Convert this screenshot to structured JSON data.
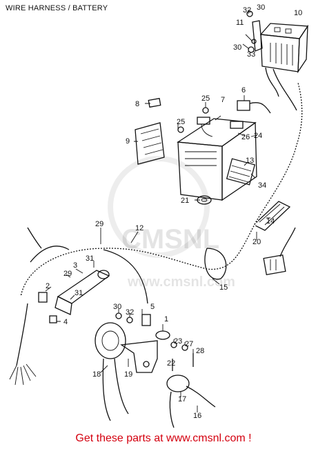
{
  "title": "WIRE HARNESS / BATTERY",
  "watermark": {
    "brand": "CMSNL",
    "url": "www.cmsnl.com"
  },
  "callouts": [
    {
      "id": "c32a",
      "text": "32"
    },
    {
      "id": "c30a",
      "text": "30"
    },
    {
      "id": "c10",
      "text": "10"
    },
    {
      "id": "c11",
      "text": "11"
    },
    {
      "id": "c30b",
      "text": "30"
    },
    {
      "id": "c33",
      "text": "33"
    },
    {
      "id": "c8",
      "text": "8"
    },
    {
      "id": "c25a",
      "text": "25"
    },
    {
      "id": "c7",
      "text": "7"
    },
    {
      "id": "c6",
      "text": "6"
    },
    {
      "id": "c25b",
      "text": "25"
    },
    {
      "id": "c9",
      "text": "9"
    },
    {
      "id": "c26",
      "text": "26"
    },
    {
      "id": "c24",
      "text": "24"
    },
    {
      "id": "c13",
      "text": "13"
    },
    {
      "id": "c34",
      "text": "34"
    },
    {
      "id": "c21",
      "text": "21"
    },
    {
      "id": "c14",
      "text": "14"
    },
    {
      "id": "c29a",
      "text": "29"
    },
    {
      "id": "c12",
      "text": "12"
    },
    {
      "id": "c20",
      "text": "20"
    },
    {
      "id": "c3",
      "text": "3"
    },
    {
      "id": "c31a",
      "text": "31"
    },
    {
      "id": "c29b",
      "text": "29"
    },
    {
      "id": "c2",
      "text": "2"
    },
    {
      "id": "c31b",
      "text": "31"
    },
    {
      "id": "c15",
      "text": "15"
    },
    {
      "id": "c4",
      "text": "4"
    },
    {
      "id": "c30c",
      "text": "30"
    },
    {
      "id": "c32b",
      "text": "32"
    },
    {
      "id": "c5",
      "text": "5"
    },
    {
      "id": "c1",
      "text": "1"
    },
    {
      "id": "c23",
      "text": "23"
    },
    {
      "id": "c27",
      "text": "27"
    },
    {
      "id": "c22",
      "text": "22"
    },
    {
      "id": "c28",
      "text": "28"
    },
    {
      "id": "c18",
      "text": "18"
    },
    {
      "id": "c19",
      "text": "19"
    },
    {
      "id": "c17",
      "text": "17"
    },
    {
      "id": "c16",
      "text": "16"
    }
  ],
  "footer": {
    "text": "Get these parts at www.cmsnl.com !",
    "color": "#d4000f"
  }
}
